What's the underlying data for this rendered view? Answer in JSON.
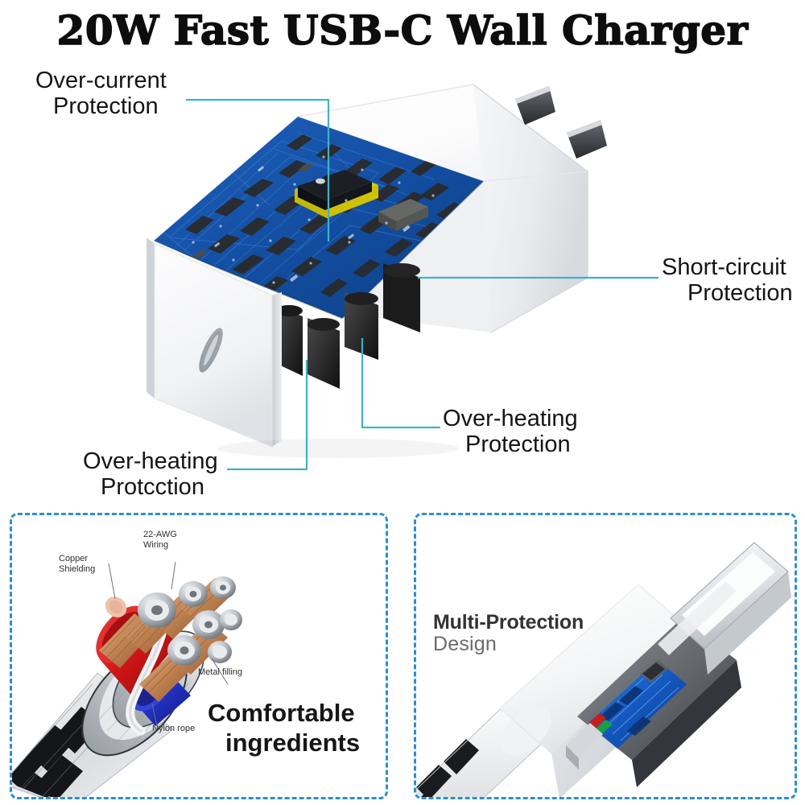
{
  "title": "20W Fast USB-C Wall Charger",
  "colors": {
    "leader_line": "#3fb2c8",
    "panel_border": "#2b8fd0",
    "pcb_blue": "#1558b0",
    "pcb_dark": "#2b2b2b",
    "chip_yellow": "#e8d400",
    "text_dark": "#151515",
    "text_gray": "#6b6b6b",
    "copper": "#c08050",
    "wire_red": "#d92121",
    "wire_blue": "#2338c8"
  },
  "callouts": [
    {
      "id": "over-current",
      "line1": "Over-current",
      "line2": "Protection"
    },
    {
      "id": "short-circuit",
      "line1": "Short-circuit",
      "line2": "Protection"
    },
    {
      "id": "over-heating-mid",
      "line1": "Over-heating",
      "line2": "Protection"
    },
    {
      "id": "over-heating-left",
      "line1": "Over-heating",
      "line2": "Protcction"
    }
  ],
  "panels": {
    "left": {
      "caption_line1": "Comfortable",
      "caption_line2": "ingredients",
      "annotations": [
        {
          "id": "awg",
          "line1": "22-AWG",
          "line2": "Wiring"
        },
        {
          "id": "copper",
          "line1": "Copper",
          "line2": "Shielding"
        },
        {
          "id": "metal",
          "line1": "Metal filling",
          "line2": ""
        },
        {
          "id": "nylon",
          "line1": "Nylon rope",
          "line2": ""
        }
      ]
    },
    "right": {
      "caption_line1": "Multi-Protection",
      "caption_line2": "Design"
    }
  }
}
